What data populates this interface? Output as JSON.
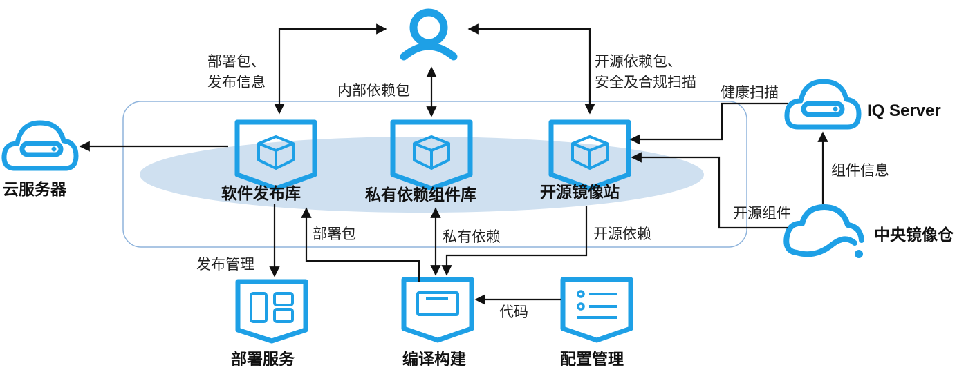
{
  "nodes": {
    "software_repo": "软件发布库",
    "private_repo": "私有依赖组件库",
    "mirror_site": "开源镜像站",
    "cloud_server": "云服务器",
    "iq_server": "IQ Server",
    "central_repo": "中央镜像仓",
    "deploy_service": "部署服务",
    "build": "编译构建",
    "config_mgmt": "配置管理"
  },
  "edges": {
    "deploy_pkg_release": "部署包、\n发布信息",
    "internal_dep_pkg": "内部依赖包",
    "open_dep_scan": "开源依赖包、\n安全及合规扫描",
    "health_scan": "健康扫描",
    "component_info": "组件信息",
    "open_component": "开源组件",
    "deploy_pkg": "部署包",
    "private_dep": "私有依赖",
    "open_dep": "开源依赖",
    "release_mgmt": "发布管理",
    "code": "代码"
  },
  "colors": {
    "primary": "#1ea0e6",
    "ellipse": "#cfe0f0",
    "frame": "#8fb4dc",
    "line": "#111111"
  }
}
